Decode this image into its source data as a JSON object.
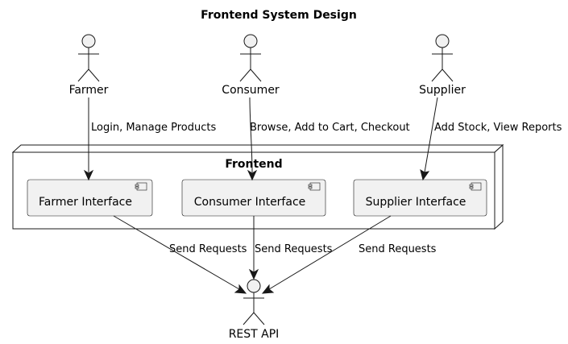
{
  "title": "Frontend System Design",
  "actors": {
    "farmer": "Farmer",
    "consumer": "Consumer",
    "supplier": "Supplier",
    "rest_api": "REST API"
  },
  "node": {
    "title": "Frontend"
  },
  "components": {
    "farmer_interface": "Farmer Interface",
    "consumer_interface": "Consumer Interface",
    "supplier_interface": "Supplier Interface"
  },
  "edges": {
    "farmer_to_interface": "Login, Manage Products",
    "consumer_to_interface": "Browse, Add to Cart, Checkout",
    "supplier_to_interface": "Add Stock, View Reports",
    "farmer_interface_to_api": "Send Requests",
    "consumer_interface_to_api": "Send Requests",
    "supplier_interface_to_api": "Send Requests"
  },
  "colors": {
    "actor_fill": "#f1f1f1",
    "component_fill": "#f1f1f1",
    "line": "#181818"
  }
}
